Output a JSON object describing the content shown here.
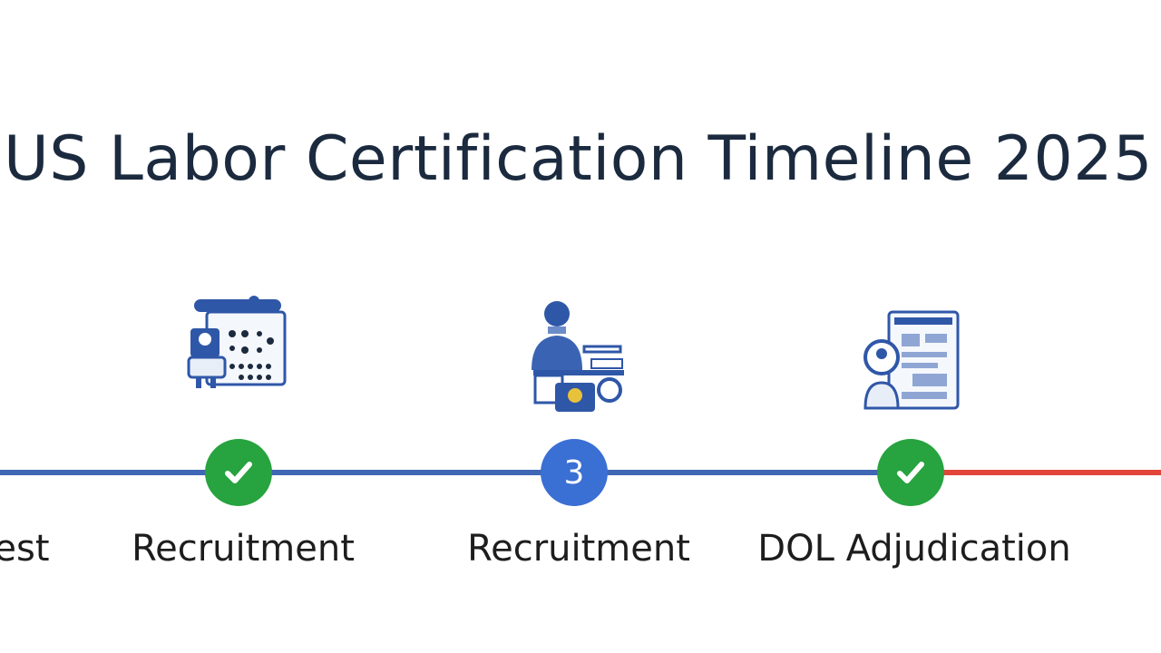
{
  "title": "US Labor Certification Timeline 2025",
  "colors": {
    "title": "#1b2a3e",
    "track_completed": "#3f67b5",
    "track_pending": "#e2463a",
    "node_done": "#27a33f",
    "node_current": "#3a6fd4"
  },
  "stages": [
    {
      "label": "est",
      "status": "partially-visible"
    },
    {
      "label": "Recruitment",
      "status": "done",
      "icon": "calendar-planning-icon"
    },
    {
      "label": "Recruitment",
      "status": "current",
      "number": "3",
      "icon": "recruiter-at-desk-icon"
    },
    {
      "label": "DOL Adjudication",
      "status": "done",
      "icon": "document-review-icon"
    }
  ]
}
